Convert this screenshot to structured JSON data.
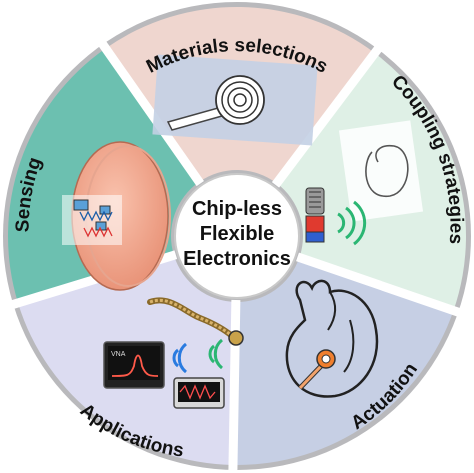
{
  "center": {
    "line1": "Chip-less",
    "line2": "Flexible",
    "line3": "Electronics"
  },
  "segments": [
    {
      "label": "Materials selections",
      "color": "#efd6cf"
    },
    {
      "label": "Coupling strategies",
      "color": "#dff0e6"
    },
    {
      "label": "Actuation",
      "color": "#c6cfe4"
    },
    {
      "label": "Applications",
      "color": "#dcdcf1"
    },
    {
      "label": "Sensing",
      "color": "#6cc0b0"
    }
  ],
  "illustrations": {
    "vna_screen_text": "VNA"
  },
  "colors": {
    "ring_border": "#b9b9bc",
    "gap": "#ffffff",
    "center_fill": "#ffffff",
    "text": "#111111"
  }
}
